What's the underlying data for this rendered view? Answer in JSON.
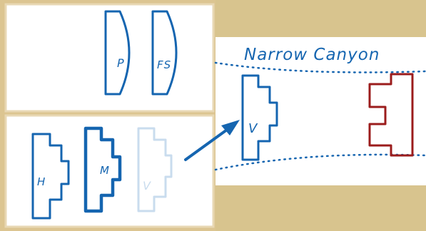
{
  "colors": {
    "background": "#dcc591",
    "card": "#ffffff",
    "border": "#e8d8b4",
    "band": "#d8c48e",
    "blue": "#1565b0",
    "faded_blue": "#c9dcee",
    "red": "#9b1c1c",
    "dots": "#1565b0"
  },
  "reserve_panel": {
    "units": [
      {
        "label": "P",
        "shape": "arc-bracket",
        "color": "blue"
      },
      {
        "label": "FS",
        "shape": "arc-bracket",
        "color": "blue"
      }
    ]
  },
  "deploy_panel": {
    "units": [
      {
        "label": "H",
        "shape": "t-block",
        "color": "blue",
        "state": "normal"
      },
      {
        "label": "M",
        "shape": "t-block",
        "color": "blue",
        "state": "selected"
      },
      {
        "label": "V",
        "shape": "t-block",
        "color": "faded_blue",
        "state": "moved"
      }
    ]
  },
  "terrain": {
    "name": "Narrow Canyon",
    "friendly_unit": {
      "label": "V",
      "shape": "t-block",
      "color": "blue"
    },
    "enemy_unit": {
      "label": "",
      "shape": "t-block-mirrored",
      "color": "red"
    }
  },
  "move_arrow": {
    "from": "V",
    "to": "V",
    "color": "blue"
  }
}
